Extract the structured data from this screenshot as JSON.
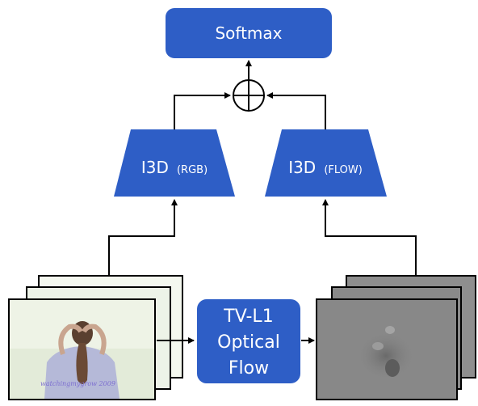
{
  "nodes": {
    "softmax": "Softmax",
    "i3d_rgb": {
      "name": "I3D",
      "modality": "(RGB)"
    },
    "i3d_flow": {
      "name": "I3D",
      "modality": "(FLOW)"
    },
    "tvl1": {
      "line1": "TV-L1",
      "line2": "Optical",
      "line3": "Flow"
    }
  },
  "rgb_frames": {
    "watermark": "watchingmygrow 2009"
  },
  "colors": {
    "node_fill": "#2e5ec6",
    "edge": "#000000",
    "flow_gray": "#8a8a8a"
  }
}
